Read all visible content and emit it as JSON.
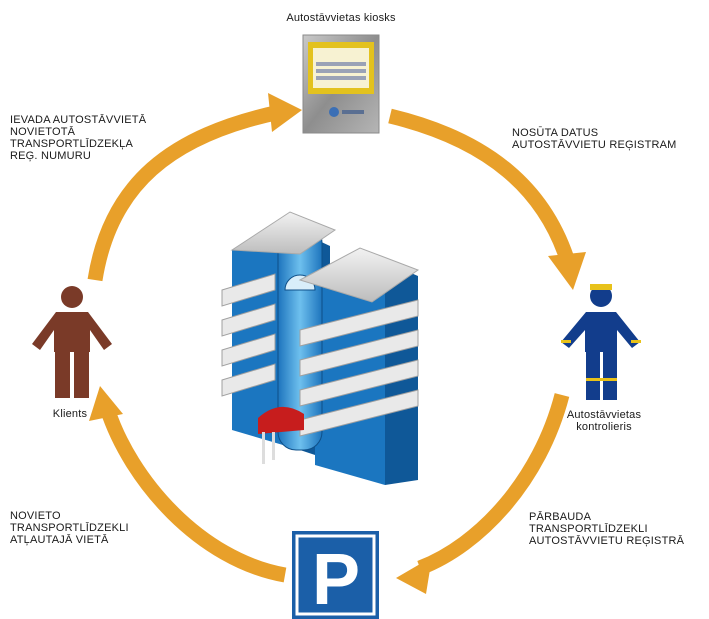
{
  "kiosk": {
    "caption": "Autostāvvietas kiosks",
    "icon": "parking-kiosk-icon"
  },
  "client": {
    "caption": "Klients",
    "icon": "person-icon",
    "color": "#7a3a28"
  },
  "controller": {
    "caption_lines": [
      "Autostāvvietas",
      "kontrolieris"
    ],
    "icon": "controller-person-icon",
    "color": "#123d8c",
    "accent": "#e8c21a"
  },
  "parking_sign": {
    "letter": "P",
    "icon": "parking-sign-icon",
    "color": "#1b5fa8"
  },
  "building": {
    "icon": "parking-garage-building-icon",
    "color": "#1a7cc6"
  },
  "arrow_color": "#e8a02a",
  "steps": [
    {
      "lines": [
        "IEVADA AUTOSTĀVVIETĀ",
        "NOVIETOTĀ",
        "TRANSPORTLĪDZEKĻA",
        "REĢ. NUMURU"
      ]
    },
    {
      "lines": [
        "NOSŪTA DATUS",
        "AUTOSTĀVVIETU REĢISTRAM"
      ]
    },
    {
      "lines": [
        "PĀRBAUDA",
        "TRANSPORTLĪDZEKLI",
        "AUTOSTĀVVIETU REĢISTRĀ"
      ]
    },
    {
      "lines": [
        "NOVIETO",
        "TRANSPORTLĪDZEKLI",
        "ATĻAUTAJĀ VIETĀ"
      ]
    }
  ]
}
